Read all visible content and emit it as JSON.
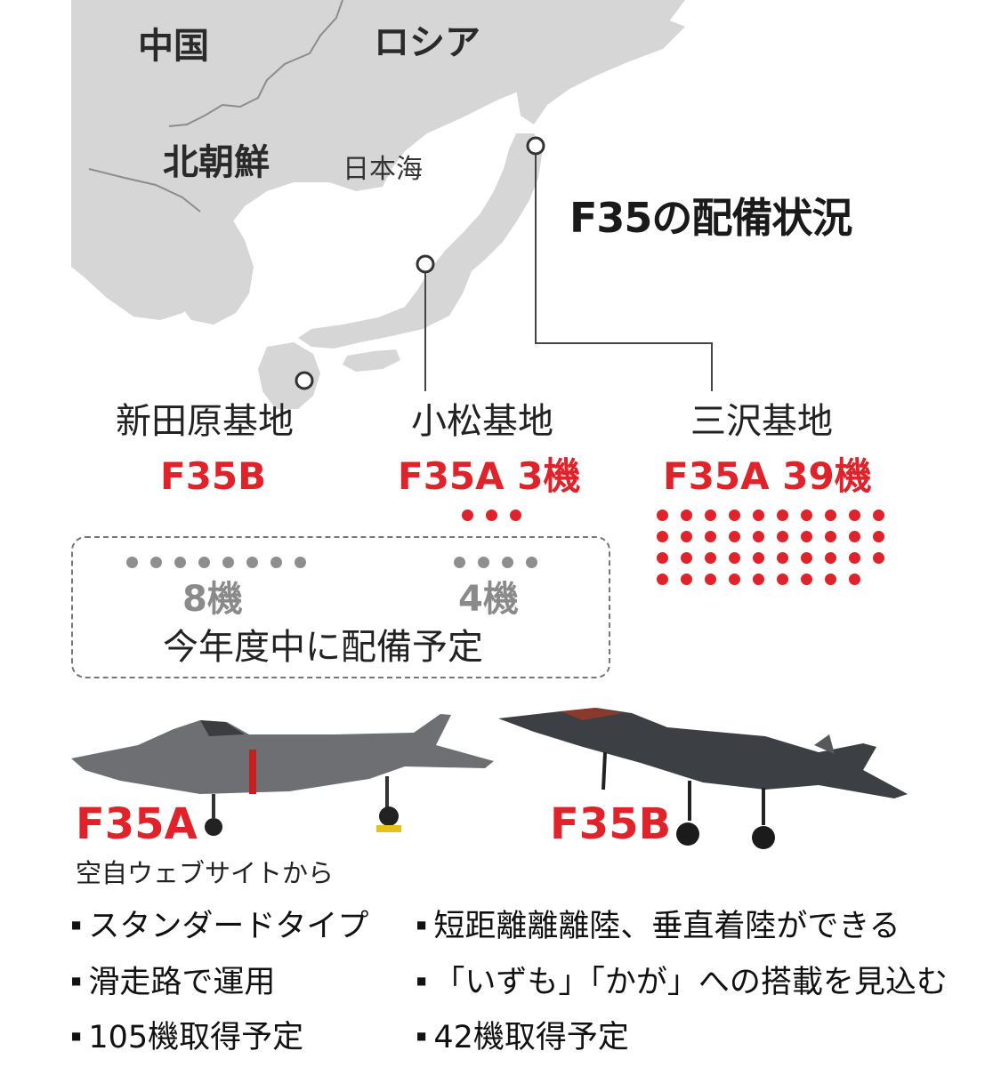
{
  "map": {
    "labels": {
      "china": "中国",
      "russia": "ロシア",
      "north_korea": "北朝鮮",
      "sea_of_japan": "日本海"
    },
    "title": "F35の配備状況",
    "colors": {
      "land": "#d6d6d6",
      "sea": "#ffffff",
      "border": "#8c8c8c",
      "accent_red": "#e0222b",
      "planned_gray": "#8e8e8e"
    }
  },
  "bases": [
    {
      "name": "新田原基地",
      "model": "F35B",
      "current_count": 0,
      "planned_label": "8機",
      "planned_count": 8
    },
    {
      "name": "小松基地",
      "model": "F35A 3機",
      "current_count": 3,
      "planned_label": "4機",
      "planned_count": 4
    },
    {
      "name": "三沢基地",
      "model": "F35A 39機",
      "current_count": 39
    }
  ],
  "planned_note": "今年度中に配備予定",
  "aircraft": [
    {
      "name": "F35A",
      "credit": "空自ウェブサイトから",
      "features": [
        "スタンダードタイプ",
        "滑走路で運用",
        "105機取得予定"
      ]
    },
    {
      "name": "F35B",
      "features": [
        "短距離離離陸、垂直着陸ができる",
        "「いずも」「かが」への搭載を見込む",
        "42機取得予定"
      ]
    }
  ]
}
